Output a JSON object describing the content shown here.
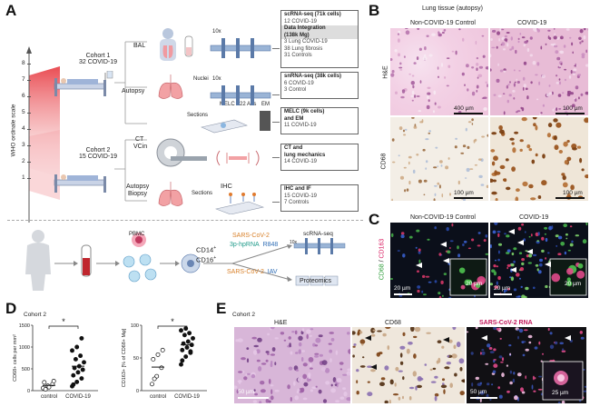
{
  "panels": {
    "A": "A",
    "B": "B",
    "C": "C",
    "D": "D",
    "E": "E"
  },
  "panelA": {
    "y_axis_label": "WHO ordinale scale",
    "ticks": [
      "8",
      "7",
      "6",
      "5",
      "4",
      "3",
      "2",
      "1"
    ],
    "cohort1": {
      "line1": "Cohort 1",
      "line2": "32 COVID-19"
    },
    "cohort2": {
      "line1": "Cohort 2",
      "line2": "15 COVID-19"
    },
    "sources": {
      "bal": "BAL",
      "autopsy": "Autopsy",
      "ct1": "CT",
      "ct2": "VCin",
      "ab1": "Autopsy",
      "ab2": "Biopsy"
    },
    "labels": {
      "tenx1": "10x",
      "tenx2": "10x",
      "nuclei": "Nuclei",
      "melc": "MELC",
      "abs": "22 Abs",
      "em": "EM",
      "sections1": "Sections",
      "sections2": "Sections",
      "ihc": "IHC"
    },
    "boxes": {
      "scrna": {
        "title": "scRNA-seq (71k cells)",
        "l1": "12 COVID-19",
        "int": "Data Integration",
        "int2": "(138k Mg)",
        "l2": "3 Lung COVID-19",
        "l3": "38 Lung fibrosis",
        "l4": "31 Controls"
      },
      "snrna": {
        "title": "snRNA-seq (38k cells)",
        "l1": "6 COVID-19",
        "l2": "3 Control"
      },
      "melc": {
        "title": "MELC (9k cells)",
        "title2": "and EM",
        "l1": "11 COVID-19"
      },
      "ct": {
        "title": "CT and",
        "title2": "lung mechanics",
        "l1": "14 COVID-19"
      },
      "ihc": {
        "title": "IHC and IF",
        "l1": "15 COVID-19",
        "l2": "7 Controls"
      }
    },
    "bottom": {
      "pbmc": "PBMC",
      "cd14": "CD14",
      "cd16": "CD16",
      "sup": "+",
      "sarscov2_1": "SARS-CoV-2",
      "hprna": "3p-hpRNA",
      "r848": "R848",
      "sarscov2_2": "SARS-CoV-2",
      "iav": "IAV",
      "scrna": "scRNA-seq",
      "tenx": "10x",
      "proteomics": "Proteomics"
    }
  },
  "panelB": {
    "title": "Lung tissue (autopsy)",
    "col1": "Non-COVID-19 Control",
    "col2": "COVID-19",
    "row1": "H&E",
    "row2": "CD68",
    "sb1": "400 µm",
    "sb2": "100 µm",
    "sb3": "100 µm",
    "sb4": "100 µm"
  },
  "panelC": {
    "col1": "Non-COVID-19 Control",
    "col2": "COVID-19",
    "ylabel1": "CD68",
    "ylabel_sep": " / ",
    "ylabel2": "CD163",
    "sb1": "20 µm",
    "sb2": "20 µm",
    "sb3": "20 µm",
    "sb4": "20 µm"
  },
  "panelD": {
    "cohort": "Cohort 2",
    "sig1": "*",
    "sig2": "*"
  },
  "panelE": {
    "cohort": "Cohort 2",
    "col1": "H&E",
    "col2": "CD68",
    "col3": "SARS-CoV-2 RNA",
    "sb1": "50 µm",
    "sb2": "50 µm",
    "sb3": "25 µm"
  },
  "colors": {
    "rna_label": "#c2185b",
    "cd68_label": "#2e9e3a",
    "cd163_label": "#d81b60",
    "orange_text": "#d9822b",
    "blue_text": "#2f6db5",
    "teal_text": "#1f9a8a"
  },
  "chart_data": [
    {
      "type": "scatter",
      "ylabel": "CD68+ cells per mm²",
      "categories": [
        "control",
        "COVID-19"
      ],
      "ylim": [
        0,
        1500
      ],
      "yticks": [
        0,
        500,
        1000,
        1500
      ],
      "series": [
        {
          "name": "control",
          "filled": false,
          "values": [
            60,
            110,
            150,
            190,
            80,
            220,
            30
          ],
          "mean": 120
        },
        {
          "name": "COVID-19",
          "filled": true,
          "values": [
            100,
            200,
            280,
            350,
            420,
            480,
            520,
            560,
            650,
            720,
            800,
            920,
            1000,
            1200,
            140
          ],
          "mean": 560
        }
      ],
      "significance": "*"
    },
    {
      "type": "scatter",
      "ylabel": "CD163+ [% of CD68+ Mφ]",
      "categories": [
        "control",
        "COVID-19"
      ],
      "ylim": [
        0,
        100
      ],
      "yticks": [
        0,
        50,
        100
      ],
      "series": [
        {
          "name": "control",
          "filled": false,
          "values": [
            10,
            22,
            35,
            48,
            55,
            62,
            18
          ],
          "mean": 36
        },
        {
          "name": "COVID-19",
          "filled": true,
          "values": [
            40,
            52,
            58,
            62,
            66,
            70,
            72,
            75,
            80,
            85,
            88,
            92,
            95,
            60,
            46
          ],
          "mean": 70
        }
      ],
      "significance": "*"
    }
  ]
}
